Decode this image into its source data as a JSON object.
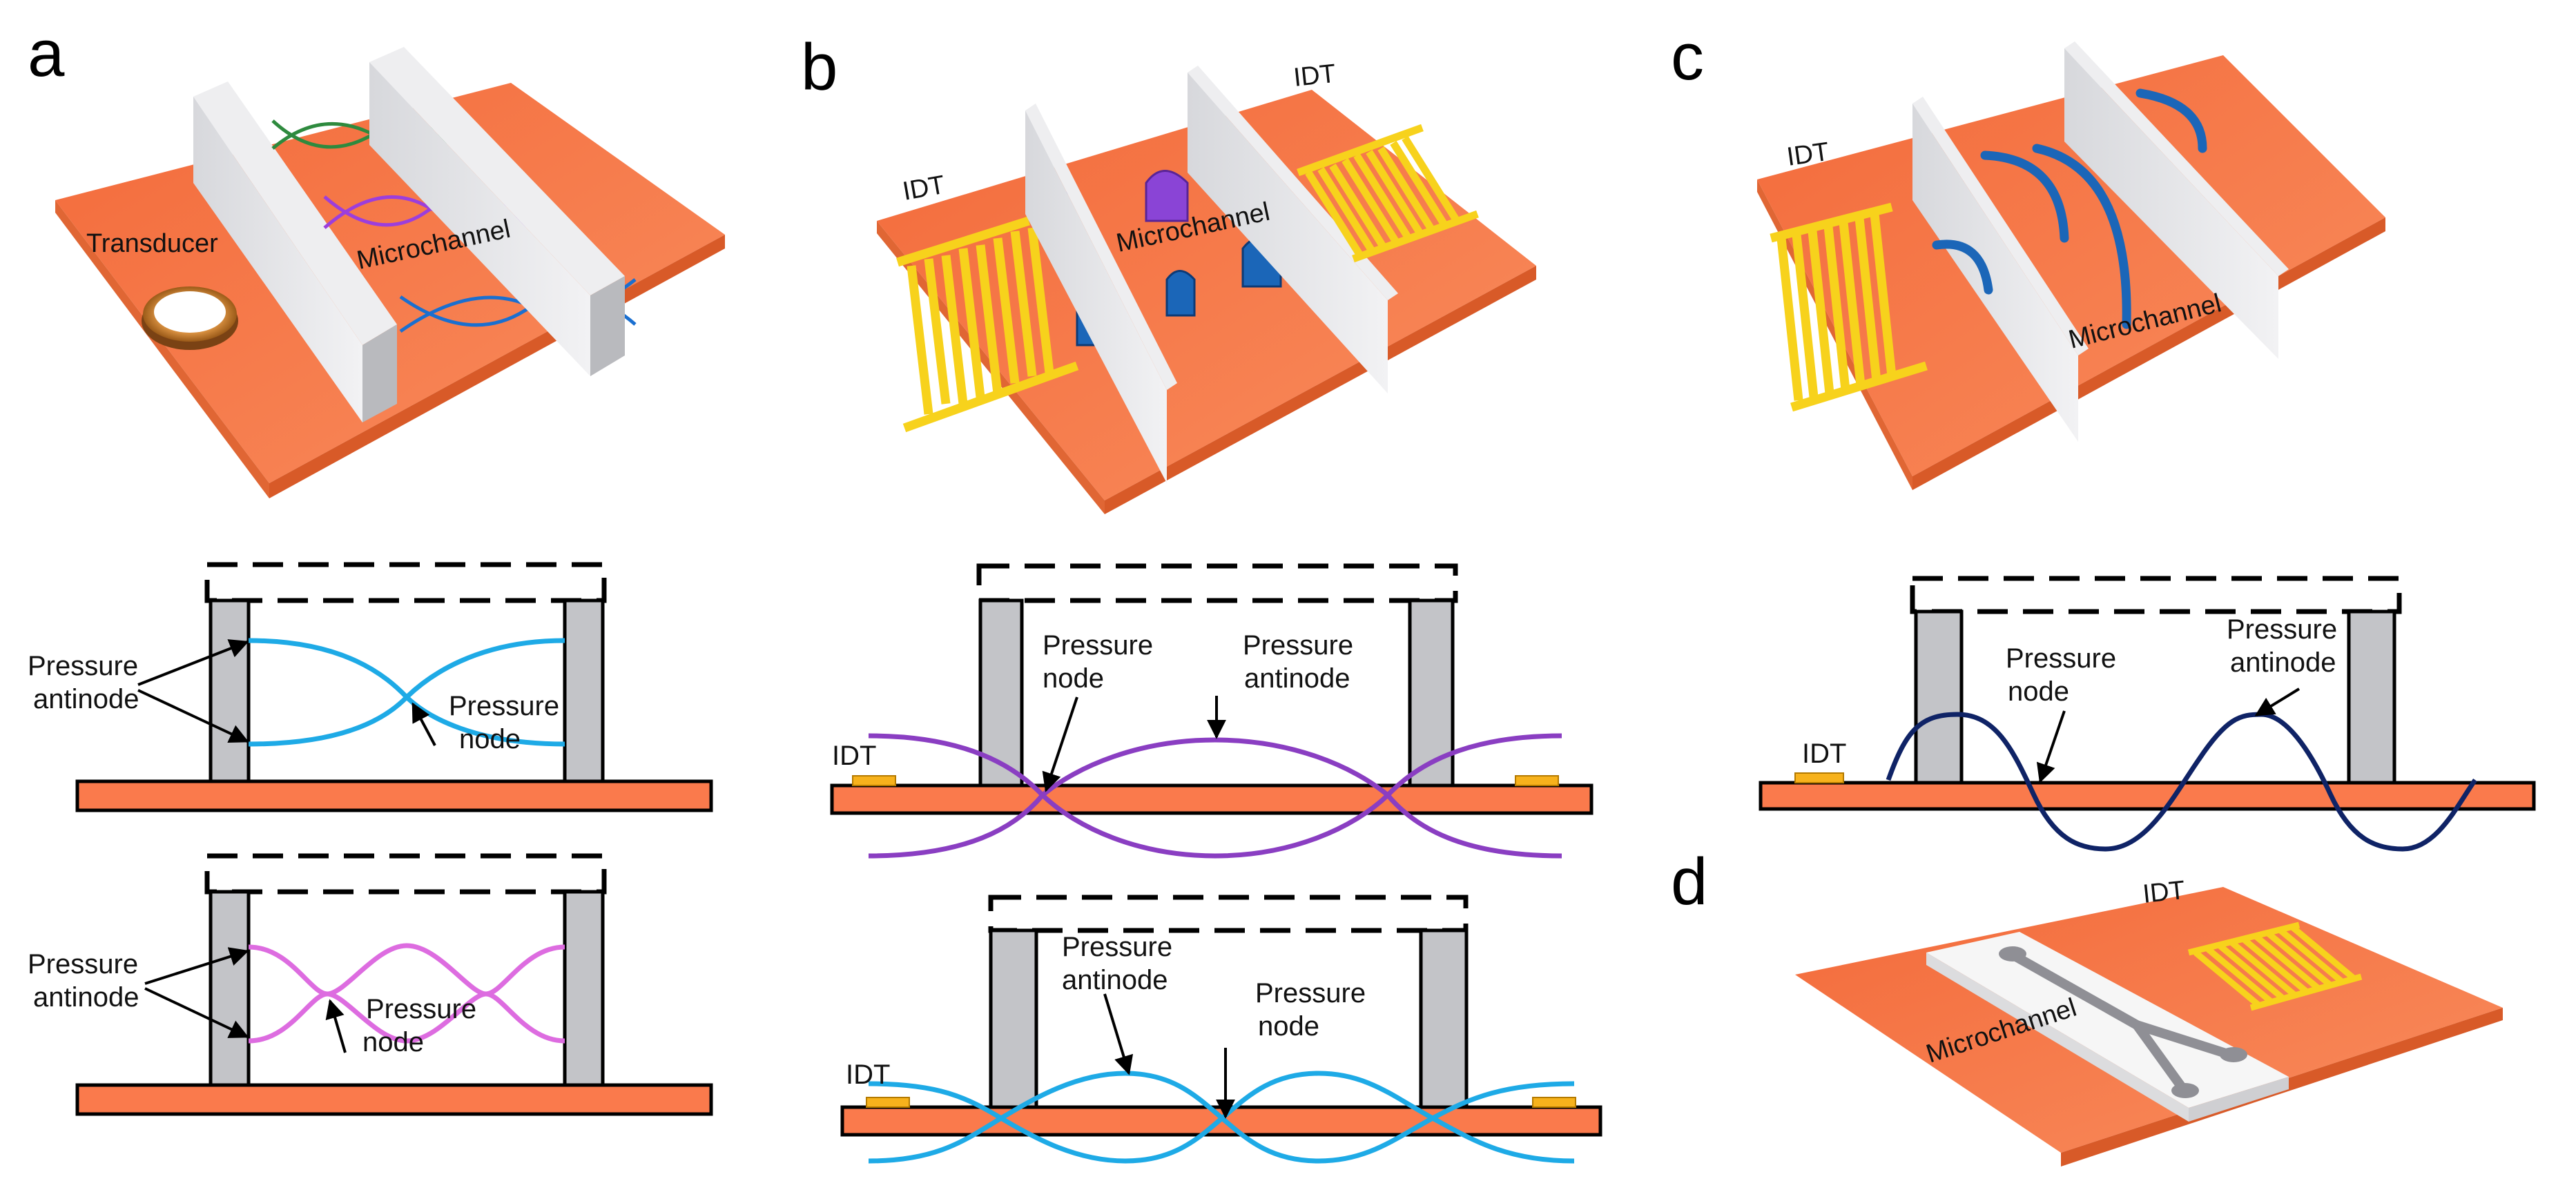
{
  "panels": {
    "a": {
      "label": "a",
      "top": {
        "transducer": "Transducer",
        "microchannel": "Microchannel"
      },
      "cross1": {
        "antinode": [
          "Pressure",
          "antinode"
        ],
        "node": [
          "Pressure",
          "node"
        ]
      },
      "cross2": {
        "antinode": [
          "Pressure",
          "antinode"
        ],
        "node": [
          "Pressure",
          "node"
        ]
      }
    },
    "b": {
      "label": "b",
      "top": {
        "idt_left": "IDT",
        "idt_right": "IDT",
        "microchannel": "Microchannel"
      },
      "cross1": {
        "idt": "IDT",
        "node": [
          "Pressure",
          "node"
        ],
        "antinode": [
          "Pressure",
          "antinode"
        ]
      },
      "cross2": {
        "idt": "IDT",
        "antinode": [
          "Pressure",
          "antinode"
        ],
        "node": [
          "Pressure",
          "node"
        ]
      }
    },
    "c": {
      "label": "c",
      "top": {
        "idt": "IDT",
        "microchannel": "Microchannel"
      },
      "cross": {
        "idt": "IDT",
        "node": [
          "Pressure",
          "node"
        ],
        "antinode": [
          "Pressure",
          "antinode"
        ]
      }
    },
    "d": {
      "label": "d",
      "top": {
        "idt": "IDT",
        "microchannel": "Microchannel"
      }
    }
  },
  "colors": {
    "substrate": "#fa7a4c",
    "wall": "#c3c4c8",
    "idt": "#f7d21c",
    "wave_cyan": "#1eaae6",
    "wave_violet": "#dd6ce0",
    "wave_purple": "#8a3ec2",
    "wave_navy": "#0f2366",
    "particle_purple": "#8a44d6",
    "particle_blue": "#1b66b8"
  }
}
